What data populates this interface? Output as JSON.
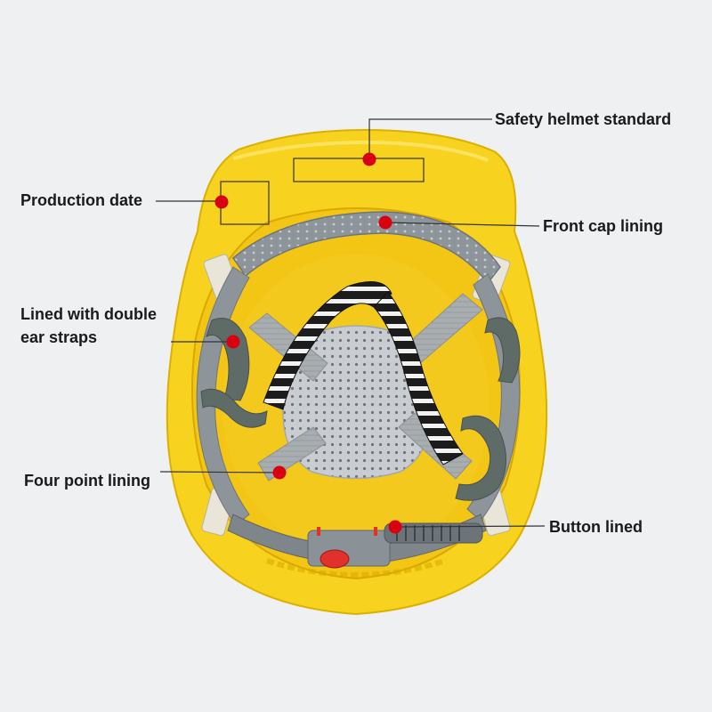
{
  "colors": {
    "background": "#eff0f2",
    "shell": "#f7d21e",
    "shell_shadow": "#e3b800",
    "inner_shell": "#f3c515",
    "lining_gray": "#8d959b",
    "strap_gray": "#a8adb0",
    "ear_strap": "#5e6b66",
    "perforated_pad": "#c9ccd0",
    "marker": "#d9000f",
    "leader_line": "#333333",
    "adjust_knob": "#e0312a"
  },
  "callouts": {
    "safety_standard": "Safety helmet standard",
    "production_date": "Production date",
    "front_cap_lining": "Front cap lining",
    "ear_straps_line1": "Lined with double",
    "ear_straps_line2": "ear straps",
    "four_point_lining": "Four point lining",
    "button_lined": "Button lined"
  }
}
